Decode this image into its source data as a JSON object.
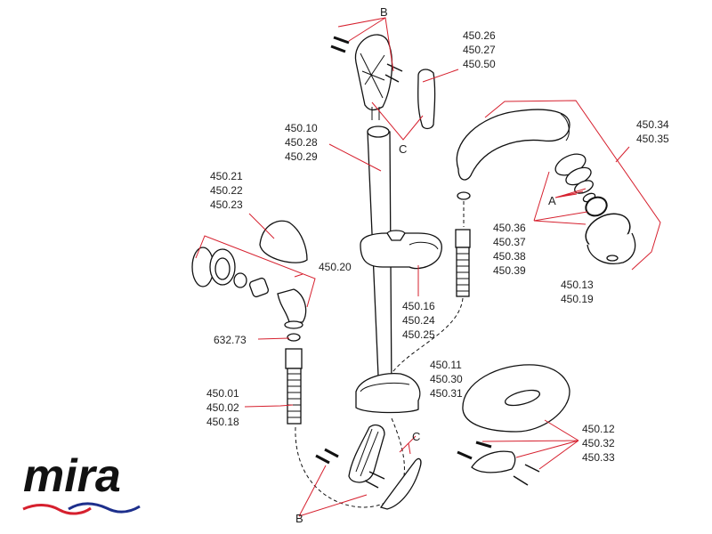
{
  "diagram": {
    "title": "Mira shower kit exploded parts diagram",
    "colors": {
      "leader": "#d6202e",
      "outline": "#111111",
      "logo_red": "#d6202e",
      "logo_blue": "#1d2f8c"
    },
    "letters": {
      "B_top": "B",
      "C_top": "C",
      "A": "A",
      "C_bottom": "C",
      "B_bottom": "B"
    },
    "labels": {
      "handset_holder_cover": [
        "450.26",
        "450.27",
        "450.50"
      ],
      "riser_rail": [
        "450.10",
        "450.28",
        "450.29"
      ],
      "handset": [
        "450.34",
        "450.35"
      ],
      "outlet_cover": [
        "450.21",
        "450.22",
        "450.23"
      ],
      "outlet_elbow_kit": [
        "450.20"
      ],
      "spray_plate_parts": [
        "450.36",
        "450.37",
        "450.38",
        "450.39"
      ],
      "spray_head": [
        "450.13",
        "450.19"
      ],
      "washer": [
        "632.73"
      ],
      "slider": [
        "450.16",
        "450.24",
        "450.25"
      ],
      "lower_bracket": [
        "450.11",
        "450.30",
        "450.31"
      ],
      "hose": [
        "450.01",
        "450.02",
        "450.18"
      ],
      "soap_dish": [
        "450.12",
        "450.32",
        "450.33"
      ]
    }
  },
  "logo": {
    "text": "mira"
  }
}
